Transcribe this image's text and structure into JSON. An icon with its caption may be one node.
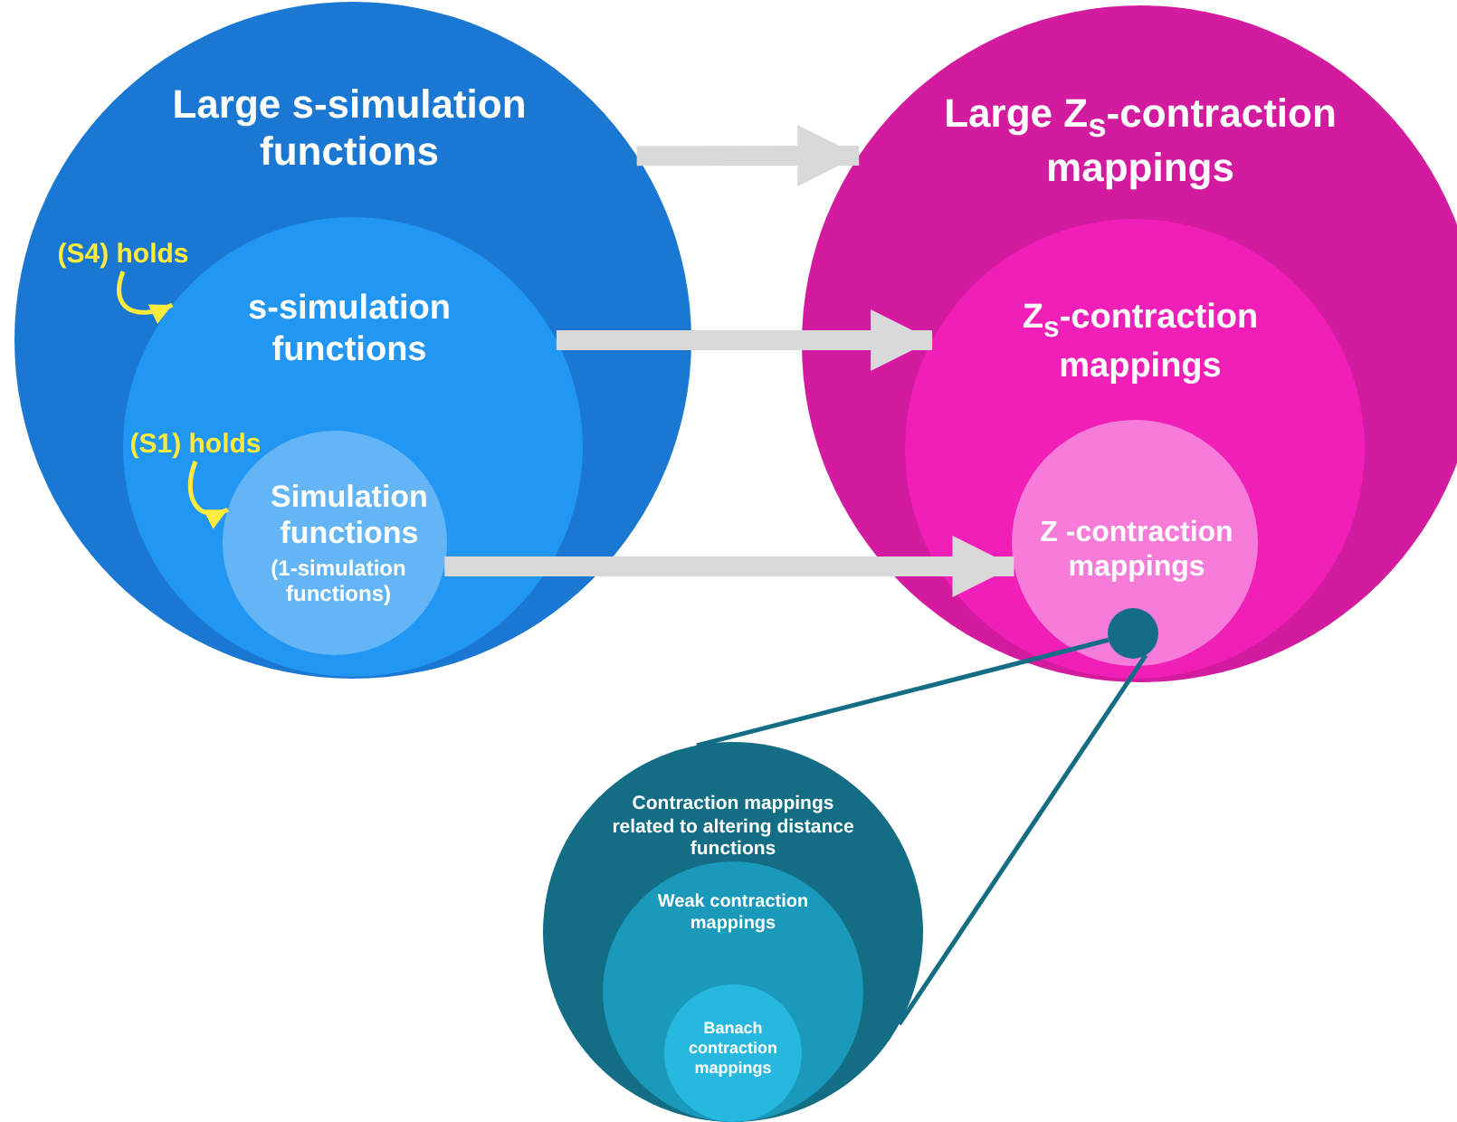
{
  "diagram": {
    "nodes": [
      {
        "text": [
          "Large s-simulation functions"
        ]
      },
      {
        "text": [
          "(S4) holds"
        ],
        "in": 0
      },
      {
        "text": [
          "s-simulation functions"
        ],
        "in": 0
      },
      {
        "text": [
          "(S1) holds"
        ],
        "in": 2
      },
      {
        "text": [
          "Simulation functions",
          "(1-simulation functions)"
        ],
        "in": 2
      },
      {
        "text": [
          "Large Z$_{s}$-contraction mappings"
        ]
      },
      {
        "text": [
          "Z$_{s}$-contraction mappings"
        ],
        "in": 5
      },
      {
        "text": [
          "Z -contraction mappings"
        ],
        "in": 6
      },
      {
        "text": [],
        "shape": "circle",
        "in": 7
      },
      {
        "text": [
          "Contraction mappings related to altering distance functions"
        ]
      },
      {
        "text": [
          "Weak contraction mappings"
        ],
        "in": 9
      },
      {
        "text": [
          "Banach contraction mappings"
        ],
        "in": 10
      }
    ],
    "edges": [
      {
        "from": 1,
        "to": 2,
        "arrow": "to",
        "color": "#ffeb3b"
      },
      {
        "from": 3,
        "to": 4,
        "arrow": "to",
        "color": "#ffeb3b"
      },
      {
        "from": 0,
        "to": 5,
        "arrow": "to",
        "style": "thick",
        "color": "#d9d9d9"
      },
      {
        "from": 2,
        "to": 6,
        "arrow": "to",
        "style": "thick",
        "color": "#d9d9d9"
      },
      {
        "from": 4,
        "to": 7,
        "arrow": "to",
        "style": "thick",
        "color": "#d9d9d9"
      },
      {
        "from": 8,
        "to": 9,
        "arrow": "none",
        "color": "#126d85"
      },
      {
        "from": 8,
        "to": 9,
        "arrow": "none",
        "color": "#126d85"
      }
    ]
  }
}
